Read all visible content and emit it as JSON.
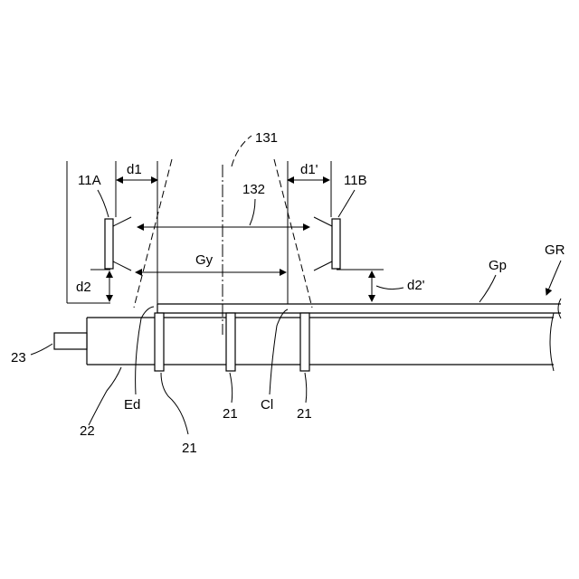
{
  "labels": {
    "ref_131": "131",
    "ref_132": "132",
    "sensor_a": "11A",
    "sensor_b": "11B",
    "gap_d1": "d1",
    "gap_d1p": "d1'",
    "gap_d2": "d2",
    "gap_d2p": "d2'",
    "width_gy": "Gy",
    "glass_gp": "Gp",
    "glass_gr": "GR",
    "ref_23": "23",
    "ref_22": "22",
    "edge_ed": "Ed",
    "center_cl": "Cl",
    "roller_21_left": "21",
    "roller_21_mid": "21",
    "roller_21_right": "21"
  }
}
